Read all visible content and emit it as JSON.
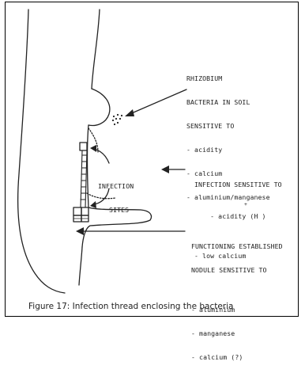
{
  "labels": {
    "rhizobium": {
      "lines": [
        "RHIZOBIUM",
        "BACTERIA IN SOIL",
        "SENSITIVE TO",
        "- acidity",
        "- calcium",
        "- aluminium/manganese"
      ]
    },
    "infection_sites": {
      "lines": [
        "INFECTION",
        "SITES"
      ]
    },
    "infection_sensitive": {
      "lines": [
        "INFECTION SENSITIVE TO",
        "- acidity (H )",
        "- low calcium"
      ],
      "superscript": "+"
    },
    "nodule": {
      "lines": [
        "FUNCTIONING ESTABLISHED",
        "NODULE SENSITIVE TO",
        "",
        "- aluminium",
        "- manganese",
        "- calcium (?)"
      ]
    }
  },
  "caption": "Figure 17: Infection thread enclosing the bacteria"
}
